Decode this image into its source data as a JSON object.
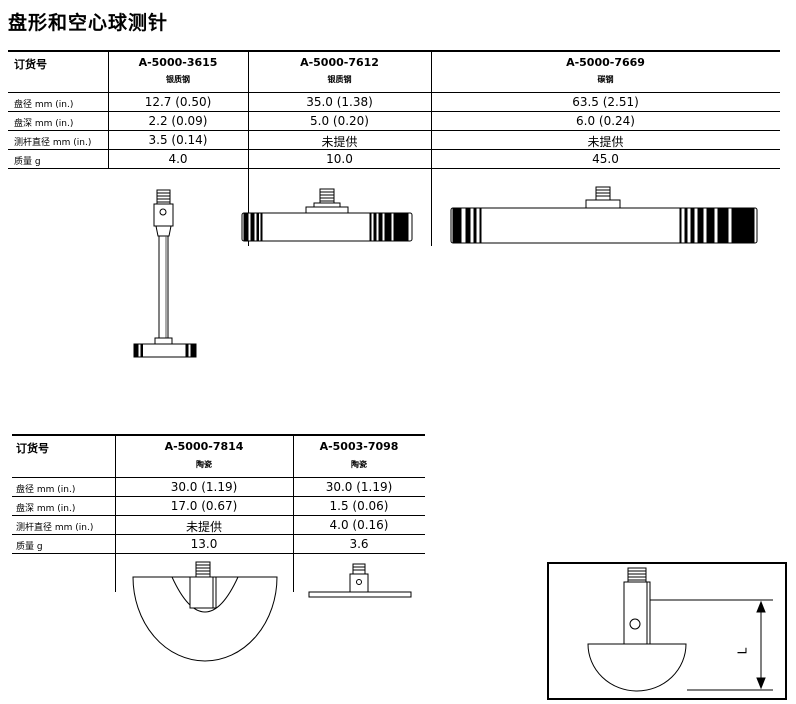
{
  "page_title": "盘形和空心球测针",
  "table1": {
    "order_label": "订货号",
    "columns": [
      {
        "code": "A-5000-3615",
        "material": "银质钢"
      },
      {
        "code": "A-5000-7612",
        "material": "银质钢"
      },
      {
        "code": "A-5000-7669",
        "material": "碳钢"
      }
    ],
    "rows": [
      {
        "label": "盘径 mm (in.)",
        "values": [
          "12.7 (0.50)",
          "35.0 (1.38)",
          "63.5 (2.51)"
        ]
      },
      {
        "label": "盘深 mm (in.)",
        "values": [
          "2.2 (0.09)",
          "5.0 (0.20)",
          "6.0 (0.24)"
        ]
      },
      {
        "label": "测杆直径 mm (in.)",
        "values": [
          "3.5 (0.14)",
          "未提供",
          "未提供"
        ]
      },
      {
        "label": "质量 g",
        "values": [
          "4.0",
          "10.0",
          "45.0"
        ]
      }
    ]
  },
  "table2": {
    "order_label": "订货号",
    "columns": [
      {
        "code": "A-5000-7814",
        "material": "陶瓷"
      },
      {
        "code": "A-5003-7098",
        "material": "陶瓷"
      }
    ],
    "rows": [
      {
        "label": "盘径 mm (in.)",
        "values": [
          "30.0 (1.19)",
          "30.0 (1.19)"
        ]
      },
      {
        "label": "盘深 mm (in.)",
        "values": [
          "17.0 (0.67)",
          "1.5 (0.06)"
        ]
      },
      {
        "label": "测杆直径 mm (in.)",
        "values": [
          "未提供",
          "4.0 (0.16)"
        ]
      },
      {
        "label": "质量 g",
        "values": [
          "13.0",
          "3.6"
        ]
      }
    ]
  },
  "diagram": {
    "dimension_label": "L"
  },
  "icons": [
    "stylus-disc-small-drawing",
    "stylus-disc-medium-drawing",
    "stylus-disc-large-drawing",
    "stylus-hollow-ball-drawing",
    "stylus-flat-disc-drawing",
    "dimension-diagram"
  ]
}
